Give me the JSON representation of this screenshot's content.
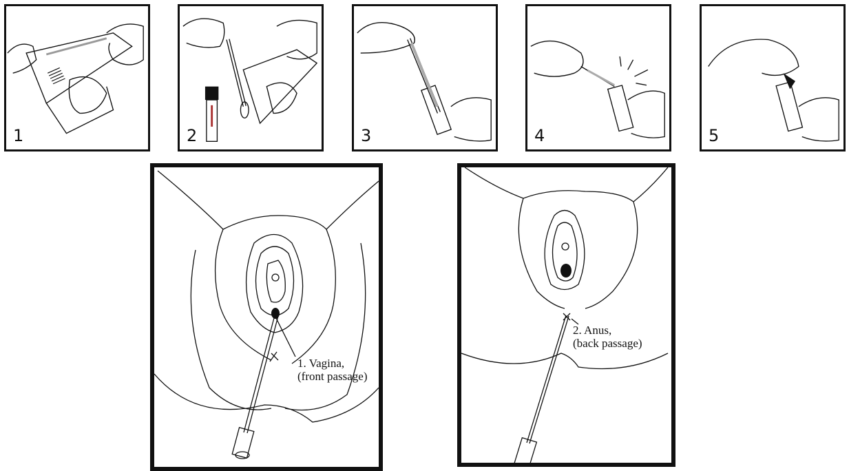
{
  "steps": [
    {
      "number": "1"
    },
    {
      "number": "2"
    },
    {
      "number": "3"
    },
    {
      "number": "4"
    },
    {
      "number": "5"
    }
  ],
  "diagrams": [
    {
      "label_line1": "1. Vagina,",
      "label_line2": "(front passage)"
    },
    {
      "label_line1": "2. Anus,",
      "label_line2": "(back passage)"
    }
  ]
}
